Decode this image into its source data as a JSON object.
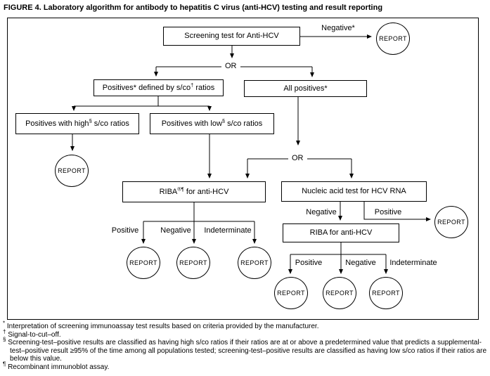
{
  "title": "FIGURE 4. Laboratory algorithm for antibody to hepatitis C virus (anti-HCV) testing and result reporting",
  "labels": {
    "report": "REPORT",
    "or": "OR",
    "negative_star": "Negative*",
    "positive": "Positive",
    "negative": "Negative",
    "indeterminate": "Indeterminate"
  },
  "nodes": {
    "screening": {
      "label": "Screening test for Anti-HCV"
    },
    "defined": {
      "pre": "Positives* defined by s/co",
      "sup": "†",
      "post": " ratios"
    },
    "all_positives": {
      "label": "All positives*"
    },
    "high": {
      "pre": "Positives with high",
      "sup": "§",
      "post": " s/co ratios"
    },
    "low": {
      "pre": "Positives with low",
      "sup": "§",
      "post": " s/co ratios"
    },
    "riba_supplemental": {
      "pre": "RIBA",
      "sup": "®¶",
      "post": " for anti-HCV"
    },
    "nat": {
      "label": "Nucleic acid test for HCV RNA"
    },
    "riba": {
      "label": "RIBA for anti-HCV"
    }
  },
  "footnotes": [
    {
      "marker": "*",
      "text": "Interpretation of screening immunoassay test results based on criteria provided by the manufacturer."
    },
    {
      "marker": "†",
      "text": "Signal-to-cut–off."
    },
    {
      "marker": "§",
      "text": "Screening-test–positive results are classified as having high s/co ratios if their ratios are at or above a predetermined value that predicts a supplemental-test–positive result ≥95% of the time among all populations tested; screening-test–positive results are classified as having low s/co ratios if their ratios are below this value."
    },
    {
      "marker": "¶",
      "text": "Recombinant immunoblot assay."
    }
  ],
  "colors": {
    "line": "#000000",
    "background": "#ffffff",
    "text": "#000000"
  }
}
